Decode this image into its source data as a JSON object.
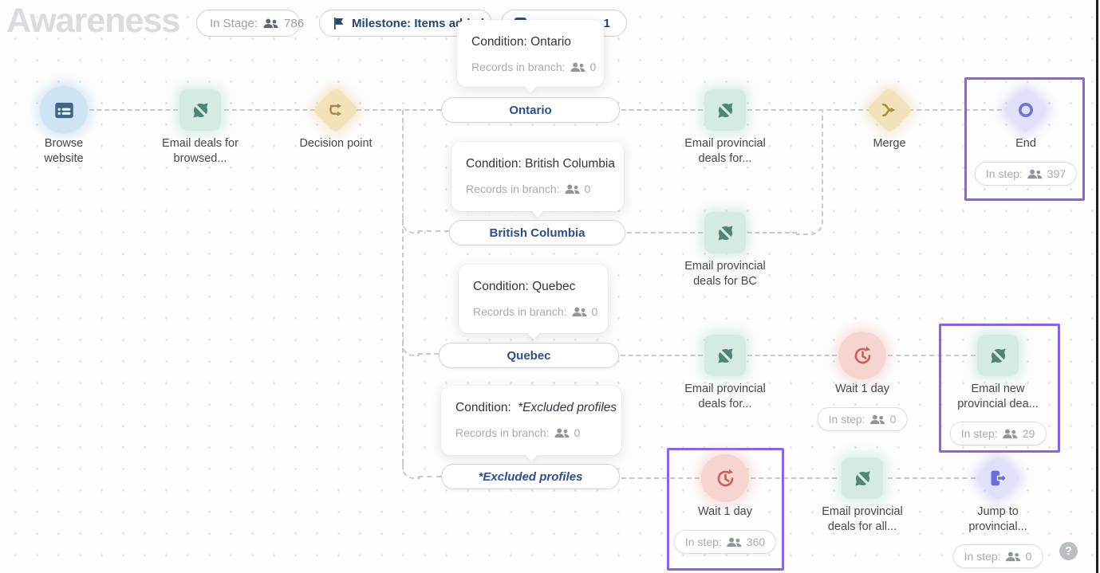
{
  "title": "Awareness",
  "palette": {
    "highlight_purple": "#8E62E2",
    "email_node_bg": "#D5EBE1",
    "email_icon": "#4D8577",
    "decision_node_bg": "#F1E2BA",
    "decision_icon": "#A98C3F",
    "wait_node_bg": "#F6D4D0",
    "wait_icon": "#C3655F",
    "purple_node_bg": "#DFE1FB",
    "purple_icon": "#6B70D8",
    "browse_node_bg": "#CFE4F3",
    "browse_icon": "#3F6882",
    "branch_text": "#2D5084",
    "connector": "#C7CBCF"
  },
  "header": {
    "in_stage": {
      "label": "In Stage:",
      "count": "786"
    },
    "milestone": {
      "label": "Milestone: Items added"
    },
    "hidden_pill": {
      "count": "1"
    }
  },
  "tooltip": {
    "title": "Condition: Ontario",
    "records_label": "Records in branch:",
    "count": "0"
  },
  "flow": {
    "browse": {
      "line1": "Browse",
      "line2": "website"
    },
    "email_browsed": {
      "line1": "Email deals for",
      "line2": "browsed..."
    },
    "decision": {
      "label": "Decision point"
    },
    "branch_ontario": {
      "label": "Ontario"
    },
    "email_prov1": {
      "line1": "Email provincial",
      "line2": "deals for..."
    },
    "merge": {
      "label": "Merge"
    },
    "end": {
      "label": "End",
      "in_step_label": "In step:",
      "in_step_count": "397"
    },
    "cond_bc": {
      "title": "Condition: British Columbia",
      "records_label": "Records in branch:",
      "count": "0"
    },
    "branch_bc": {
      "label": "British Columbia"
    },
    "email_bc": {
      "line1": "Email provincial",
      "line2": "deals for BC"
    },
    "cond_quebec": {
      "title": "Condition: Quebec",
      "records_label": "Records in branch:",
      "count": "0"
    },
    "branch_quebec": {
      "label": "Quebec"
    },
    "email_prov2": {
      "line1": "Email provincial",
      "line2": "deals for..."
    },
    "wait1": {
      "label": "Wait 1 day",
      "in_step_label": "In step:",
      "in_step_count": "0"
    },
    "email_new": {
      "line1": "Email new",
      "line2": "provincial dea...",
      "in_step_label": "In step:",
      "in_step_count": "29"
    },
    "cond_excluded": {
      "title_prefix": "Condition:",
      "title_value": "*Excluded profiles",
      "records_label": "Records in branch:",
      "count": "0"
    },
    "branch_excluded": {
      "label": "*Excluded profiles"
    },
    "wait2": {
      "label": "Wait 1 day",
      "in_step_label": "In step:",
      "in_step_count": "360"
    },
    "email_all": {
      "line1": "Email provincial",
      "line2": "deals for all..."
    },
    "jump": {
      "line1": "Jump to",
      "line2": "provincial...",
      "in_step_label": "In step:",
      "in_step_count": "0"
    }
  },
  "help": {
    "glyph": "?"
  }
}
